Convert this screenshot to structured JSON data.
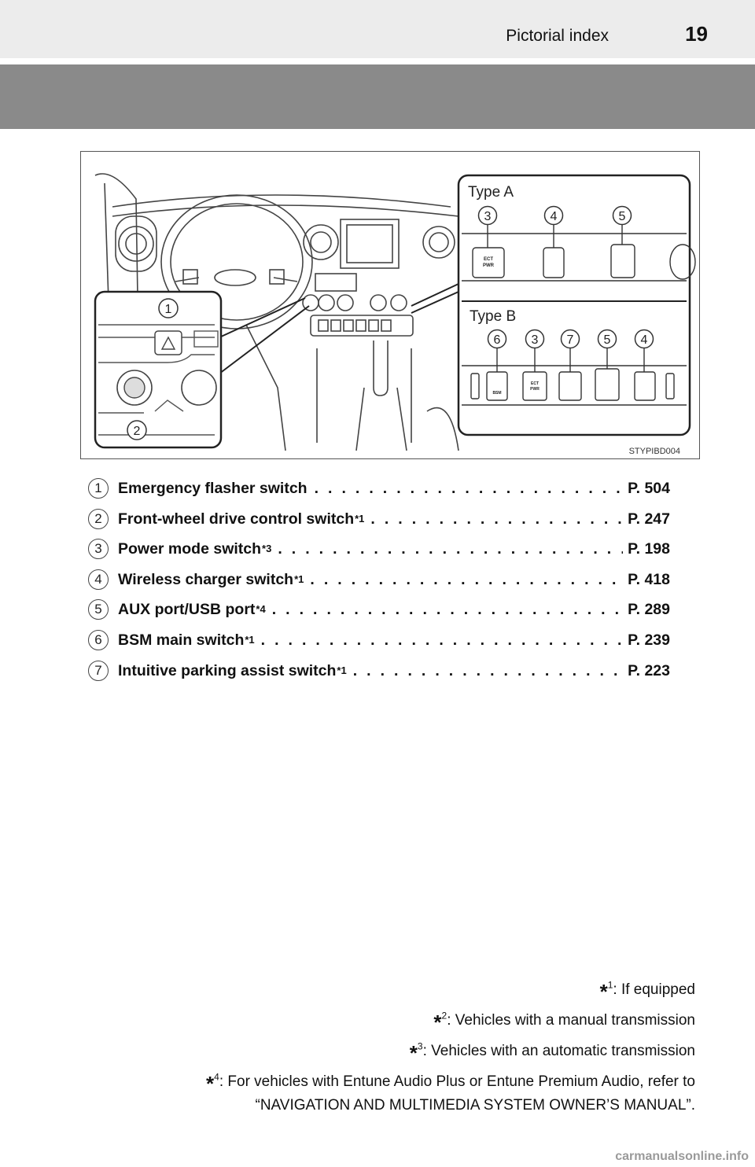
{
  "header": {
    "title": "Pictorial index",
    "page_number": "19"
  },
  "figure": {
    "code": "STYPIBD004",
    "type_a_label": "Type A",
    "type_b_label": "Type B",
    "callouts_main": [
      "1",
      "2"
    ],
    "type_a_callouts": [
      "3",
      "4",
      "5"
    ],
    "type_b_callouts": [
      "6",
      "3",
      "7",
      "5",
      "4"
    ],
    "switch_labels": {
      "ect": "ECT",
      "pwr": "PWR",
      "bsm": "BSM"
    }
  },
  "index": [
    {
      "num": "1",
      "label": "Emergency flasher switch",
      "note": "",
      "page": "P. 504"
    },
    {
      "num": "2",
      "label": "Front-wheel drive control switch",
      "note": "*1",
      "page": "P. 247"
    },
    {
      "num": "3",
      "label": "Power mode switch",
      "note": "*3",
      "page": "P. 198"
    },
    {
      "num": "4",
      "label": "Wireless charger switch",
      "note": "*1",
      "page": "P. 418"
    },
    {
      "num": "5",
      "label": "AUX port/USB port",
      "note": "*4",
      "page": "P. 289"
    },
    {
      "num": "6",
      "label": "BSM main switch",
      "note": "*1",
      "page": "P. 239"
    },
    {
      "num": "7",
      "label": "Intuitive parking assist switch",
      "note": "*1",
      "page": "P. 223"
    }
  ],
  "footnotes": [
    {
      "mark": "*",
      "num": "1",
      "text": ": If equipped",
      "cont": ""
    },
    {
      "mark": "*",
      "num": "2",
      "text": ": Vehicles with a manual transmission",
      "cont": ""
    },
    {
      "mark": "*",
      "num": "3",
      "text": ": Vehicles with an automatic transmission",
      "cont": ""
    },
    {
      "mark": "*",
      "num": "4",
      "text": ": For vehicles with Entune Audio Plus or Entune Premium Audio, refer to",
      "cont": "“NAVIGATION AND MULTIMEDIA SYSTEM OWNER’S MANUAL”."
    }
  ],
  "watermark": "carmanualsonline.info"
}
